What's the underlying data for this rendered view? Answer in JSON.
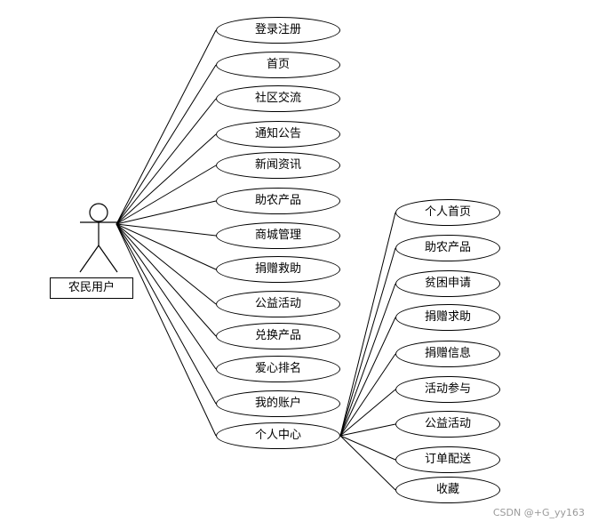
{
  "actor": {
    "label": "农民用户"
  },
  "use_cases": [
    "登录注册",
    "首页",
    "社区交流",
    "通知公告",
    "新闻资讯",
    "助农产品",
    "商城管理",
    "捐赠救助",
    "公益活动",
    "兑换产品",
    "爱心排名",
    "我的账户",
    "个人中心"
  ],
  "personal_center_use_cases": [
    "个人首页",
    "助农产品",
    "贫困申请",
    "捐赠求助",
    "捐赠信息",
    "活动参与",
    "公益活动",
    "订单配送",
    "收藏"
  ],
  "watermark": "CSDN @+G_yy163"
}
